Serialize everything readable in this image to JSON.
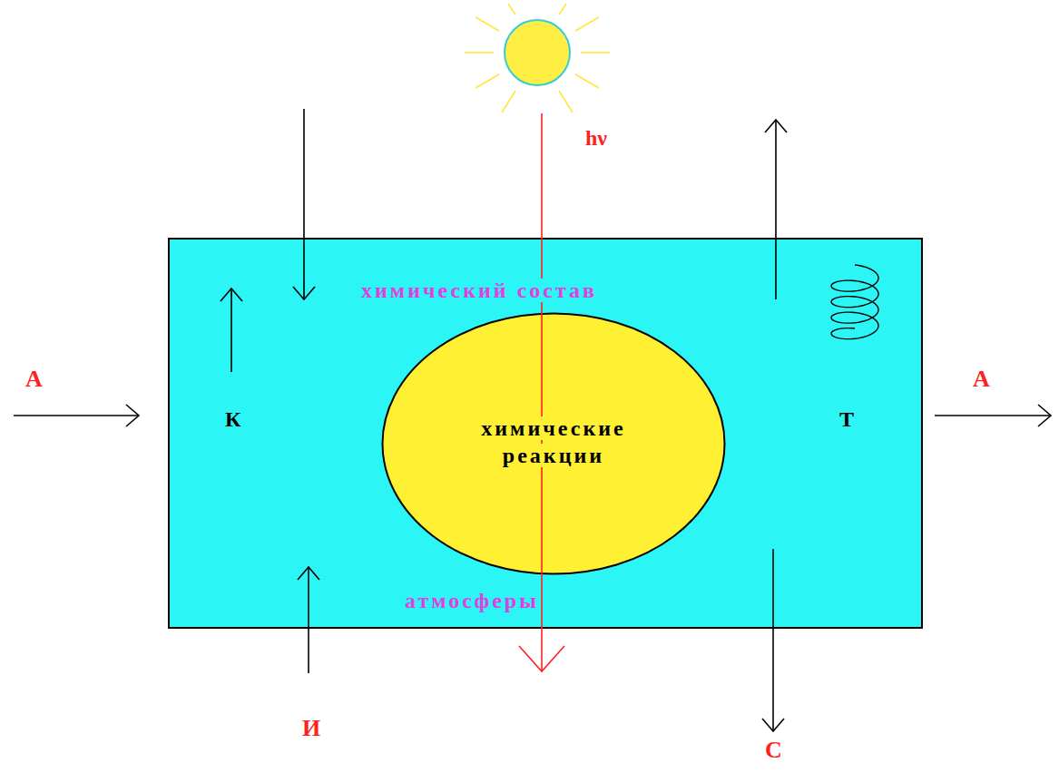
{
  "diagram": {
    "nodes": [
      {
        "text": [
          "химический состав",
          "атмосферы"
        ]
      },
      {
        "text": [
          "химические реакции"
        ],
        "in": 0
      }
    ],
    "labels": [
      "hν",
      "А",
      "А",
      "К",
      "Т",
      "И",
      "С"
    ]
  }
}
